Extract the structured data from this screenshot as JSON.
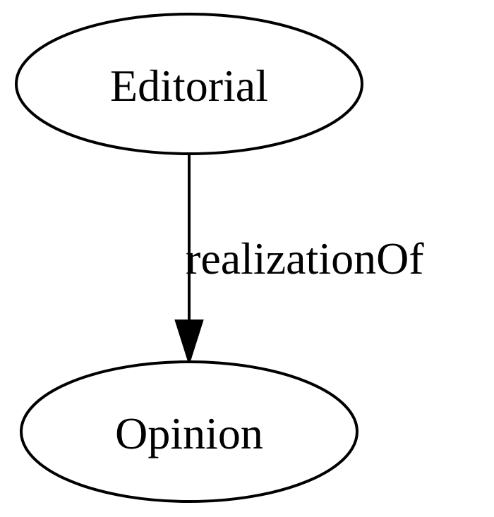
{
  "nodes": {
    "editorial": {
      "label": "Editorial"
    },
    "opinion": {
      "label": "Opinion"
    }
  },
  "edges": {
    "editorial_to_opinion": {
      "label": "realizationOf"
    }
  },
  "colors": {
    "stroke": "#000000",
    "background": "#ffffff",
    "text": "#000000"
  }
}
